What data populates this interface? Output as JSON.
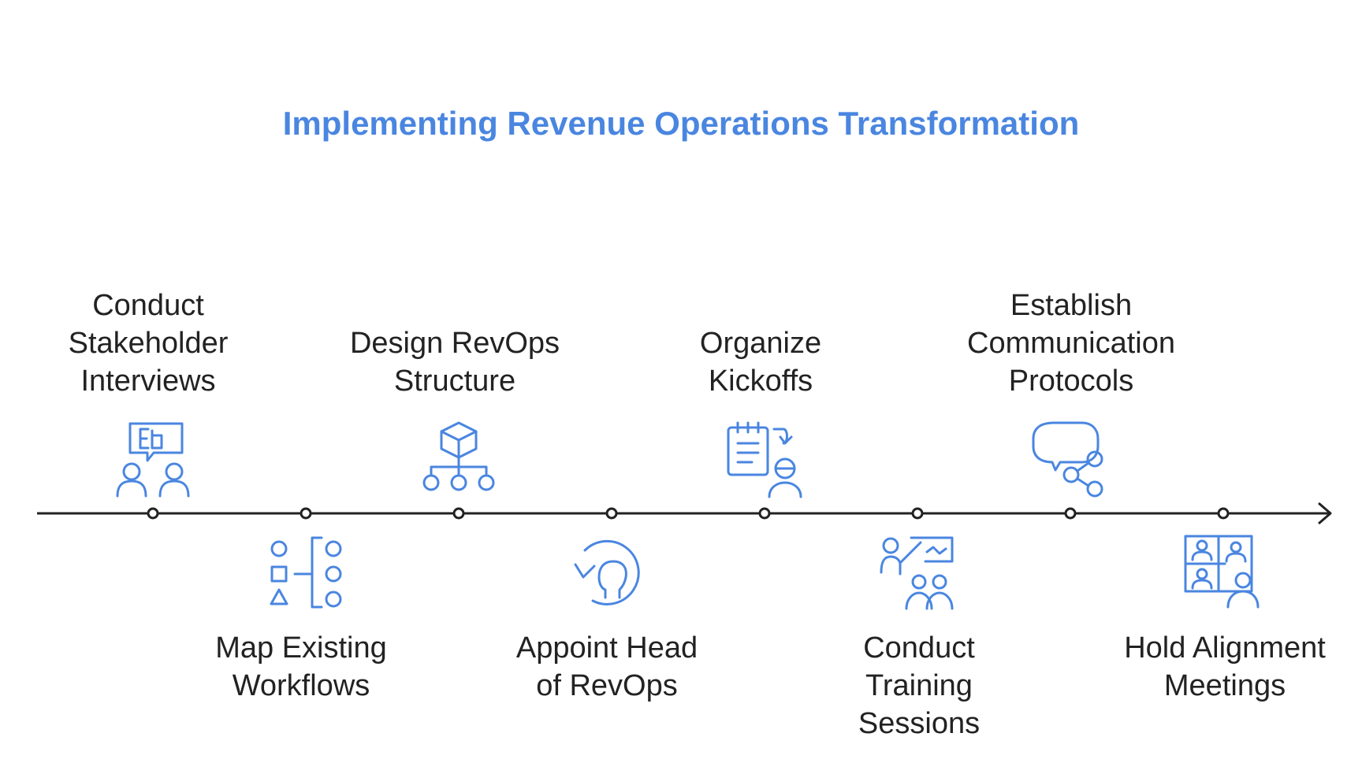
{
  "title": "Implementing Revenue Operations Transformation",
  "colors": {
    "title": "#4a86e0",
    "icon": "#4a86e0",
    "line": "#222222",
    "text": "#222222"
  },
  "steps": [
    {
      "lines": [
        "Conduct",
        "Stakeholder",
        "Interviews"
      ],
      "icon": "interview-icon"
    },
    {
      "lines": [
        "Map Existing",
        "Workflows"
      ],
      "icon": "workflow-map-icon"
    },
    {
      "lines": [
        "Design RevOps",
        "Structure"
      ],
      "icon": "org-structure-icon"
    },
    {
      "lines": [
        "Appoint Head",
        "of RevOps"
      ],
      "icon": "appoint-person-icon"
    },
    {
      "lines": [
        "Organize",
        "Kickoffs"
      ],
      "icon": "kickoff-checklist-icon"
    },
    {
      "lines": [
        "Conduct",
        "Training",
        "Sessions"
      ],
      "icon": "training-icon"
    },
    {
      "lines": [
        "Establish",
        "Communication",
        "Protocols"
      ],
      "icon": "communication-icon"
    },
    {
      "lines": [
        "Hold Alignment",
        "Meetings"
      ],
      "icon": "video-meeting-icon"
    }
  ]
}
